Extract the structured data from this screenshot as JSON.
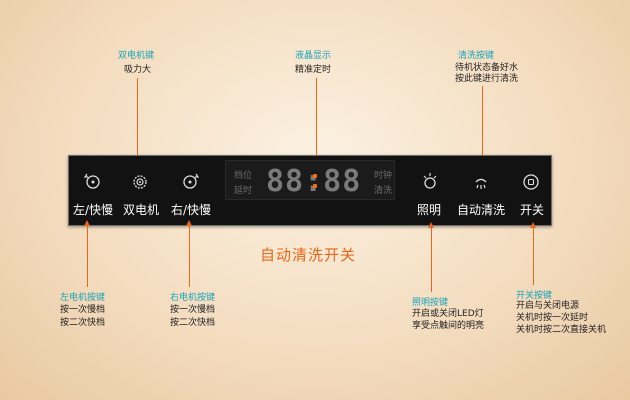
{
  "panel": {
    "buttons": [
      {
        "id": "left-slow-fast",
        "label": "左/快慢",
        "icon": "fan-left-icon"
      },
      {
        "id": "dual-motor",
        "label": "双电机",
        "icon": "fan-gear-icon"
      },
      {
        "id": "right-fast-slow",
        "label": "右/快慢",
        "icon": "fan-right-icon"
      },
      {
        "id": "light",
        "label": "照明",
        "icon": "lamp-icon"
      },
      {
        "id": "auto-clean",
        "label": "自动清洗",
        "icon": "spray-icon"
      },
      {
        "id": "power",
        "label": "开关",
        "icon": "power-icon"
      }
    ],
    "display": {
      "digits": "88:88",
      "top_left": "档位",
      "bottom_left": "延时",
      "top_right": "时钟",
      "bottom_right": "清洗"
    }
  },
  "center_label": "自动清洗开关",
  "annotations": {
    "dual_motor": {
      "title": "双电机键",
      "lines": [
        "吸力大"
      ]
    },
    "lcd": {
      "title": "液晶显示",
      "lines": [
        "精准定时"
      ]
    },
    "clean": {
      "title": "清洗按键",
      "lines": [
        "待机状态备好水",
        "按此键进行清洗"
      ]
    },
    "left_motor": {
      "title": "左电机按键",
      "lines": [
        "按一次慢档",
        "按二次快档"
      ]
    },
    "right_motor": {
      "title": "右电机按键",
      "lines": [
        "按一次慢档",
        "按二次快档"
      ]
    },
    "light": {
      "title": "照明按键",
      "lines": [
        "开启或关闭LED灯",
        "享受点触间的明亮"
      ]
    },
    "power": {
      "title": "开关按键",
      "lines": [
        "开启与关闭电源",
        "关机时按一次延时",
        "关机时按二次直接关机"
      ]
    }
  },
  "colors": {
    "accent": "#e8671a",
    "annotation_title": "#18a3b9",
    "panel_bg": "#121212"
  }
}
